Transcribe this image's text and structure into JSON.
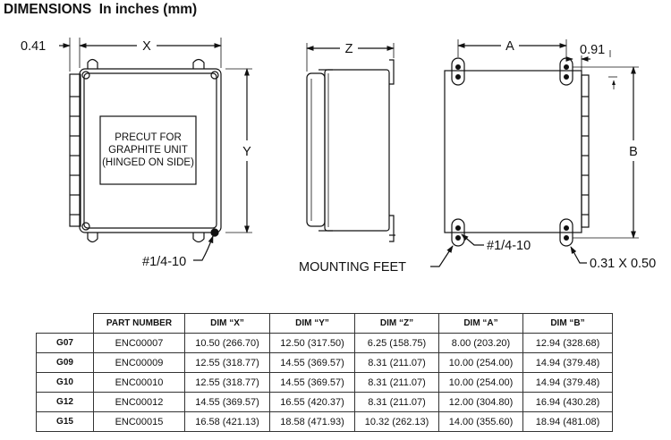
{
  "title": "DIMENSIONS  In inches (mm)",
  "front_view": {
    "dim_041": "0.41",
    "dim_x": "X",
    "dim_y": "Y",
    "panel_lines": [
      "PRECUT FOR",
      "GRAPHITE UNIT",
      "(HINGED ON SIDE)"
    ],
    "screw_label": "#1/4-10"
  },
  "side_view": {
    "dim_z": "Z",
    "mounting_label": "MOUNTING FEET"
  },
  "back_view": {
    "dim_a": "A",
    "dim_091": "0.91",
    "dim_b": "B",
    "screw_label": "#1/4-10",
    "slot_label": "0.31 X 0.50"
  },
  "table": {
    "headers": [
      "PART NUMBER",
      "DIM “X”",
      "DIM “Y”",
      "DIM “Z”",
      "DIM “A”",
      "DIM “B”"
    ],
    "rows": [
      {
        "label": "G07",
        "cells": [
          "ENC00007",
          "10.50 (266.70)",
          "12.50 (317.50)",
          "6.25 (158.75)",
          "8.00 (203.20)",
          "12.94 (328.68)"
        ]
      },
      {
        "label": "G09",
        "cells": [
          "ENC00009",
          "12.55 (318.77)",
          "14.55 (369.57)",
          "8.31 (211.07)",
          "10.00 (254.00)",
          "14.94 (379.48)"
        ]
      },
      {
        "label": "G10",
        "cells": [
          "ENC00010",
          "12.55 (318.77)",
          "14.55 (369.57)",
          "8.31 (211.07)",
          "10.00 (254.00)",
          "14.94 (379.48)"
        ]
      },
      {
        "label": "G12",
        "cells": [
          "ENC00012",
          "14.55 (369.57)",
          "16.55 (420.37)",
          "8.31 (211.07)",
          "12.00 (304.80)",
          "16.94 (430.28)"
        ]
      },
      {
        "label": "G15",
        "cells": [
          "ENC00015",
          "16.58 (421.13)",
          "18.58 (471.93)",
          "10.32 (262.13)",
          "14.00 (355.60)",
          "18.94 (481.08)"
        ]
      }
    ]
  }
}
